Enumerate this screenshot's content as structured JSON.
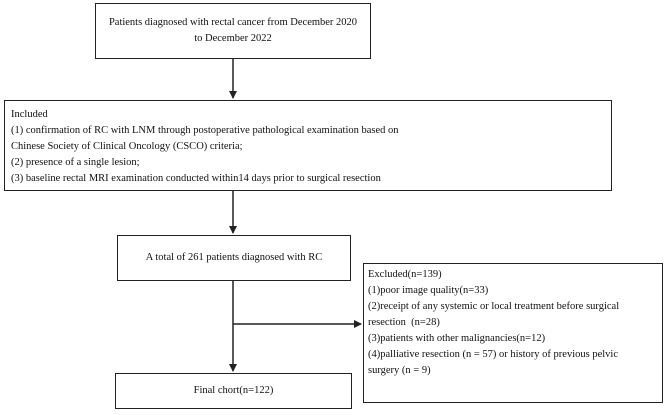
{
  "start_box": {
    "text": "Patients diagnosed with rectal cancer from December 2020 to December 2022"
  },
  "included_box": {
    "title": "Included",
    "lines": [
      "(1) confirmation of RC with LNM through postoperative pathological examination based on",
      "Chinese Society of Clinical Oncology (CSCO) criteria;",
      "(2) presence of a single lesion;",
      "(3) baseline rectal MRI examination conducted within14 days prior to surgical resection"
    ]
  },
  "total_box": {
    "text": "A total of 261 patients diagnosed with RC"
  },
  "excluded_box": {
    "title": "Excluded(n=139)",
    "lines": [
      "(1)poor image quality(n=33)",
      "(2)receipt of any systemic or local treatment before surgical",
      "resection  (n=28)",
      "(3)patients with other malignancies(n=12)",
      "(4)palliative resection (n = 57) or history of previous pelvic",
      "surgery (n = 9)"
    ]
  },
  "final_box": {
    "text": "Final chort(n=122)"
  }
}
